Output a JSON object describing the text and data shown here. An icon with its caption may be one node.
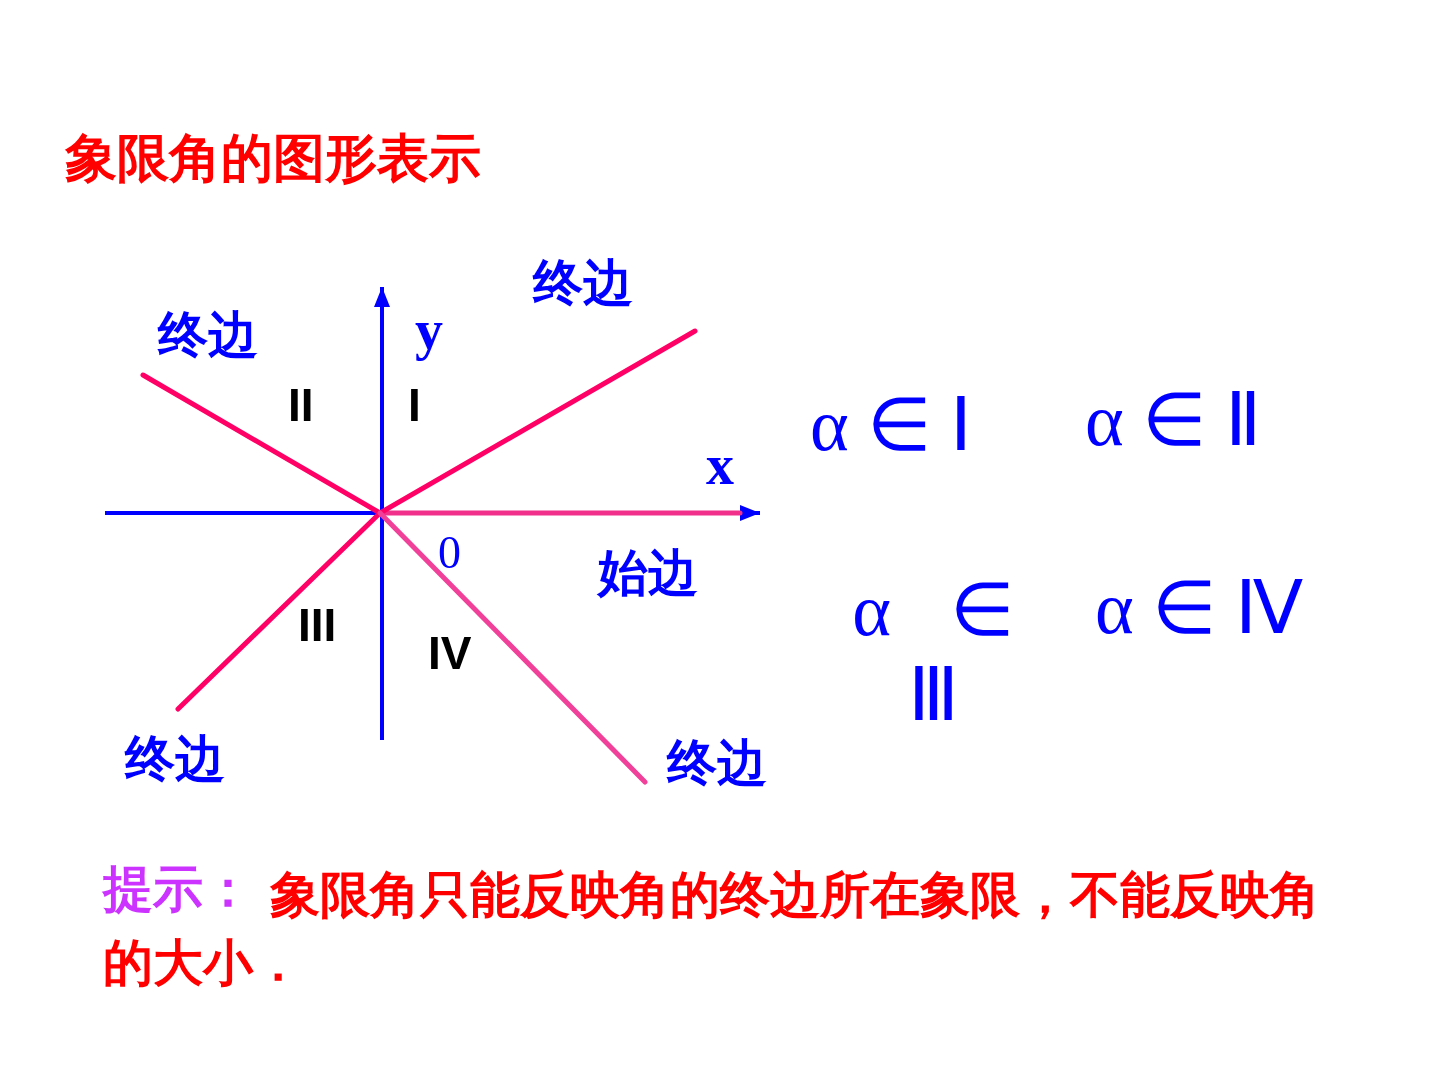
{
  "diagram": {
    "title": "象限角的图形表示",
    "labels": [
      "终边",
      "终边",
      "y",
      "II",
      "I",
      "α ∈ Ⅰ",
      "α ∈ Ⅱ",
      "x",
      "0",
      "始边",
      "III",
      "α ∈ Ⅲ",
      "α ∈ Ⅳ",
      "IV",
      "终边",
      "终边",
      "提示：",
      "象限角只能反映角的终边所在象限，不能反映角的大小．"
    ]
  }
}
